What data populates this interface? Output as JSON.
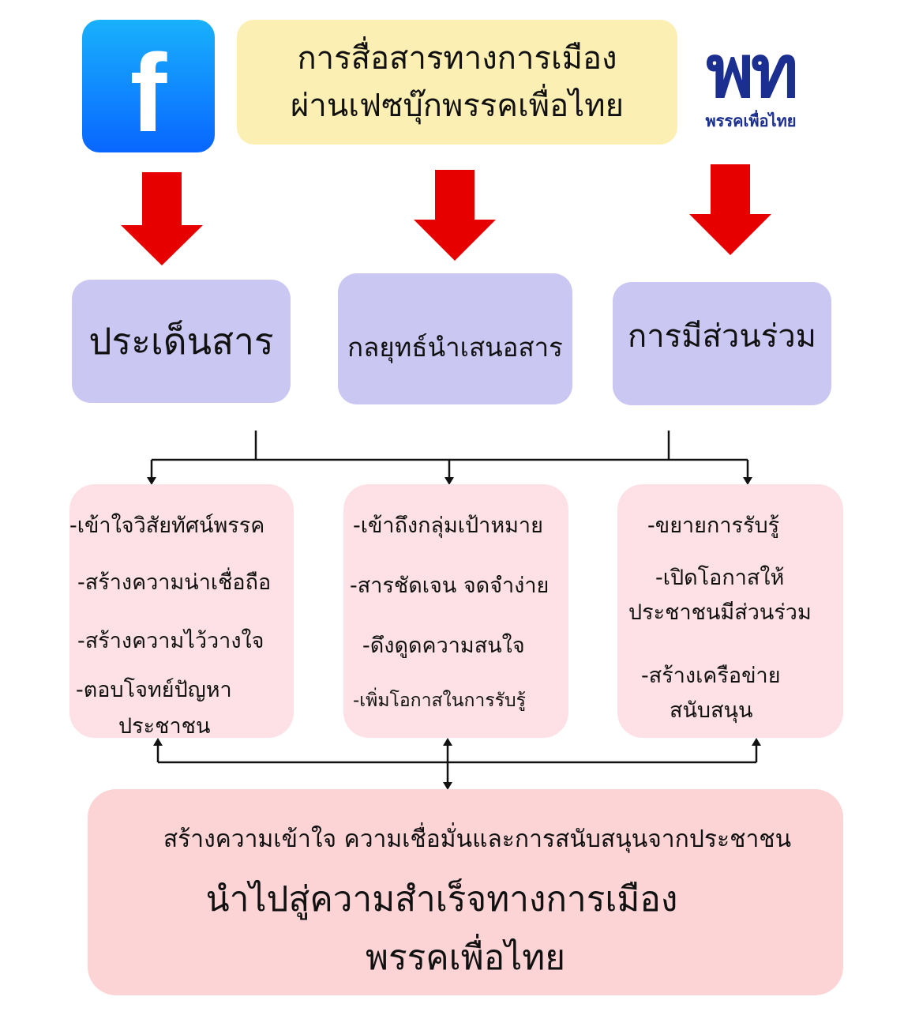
{
  "header": {
    "facebook_icon": "facebook-icon",
    "title_line1": "การสื่อสารทางการเมือง",
    "title_line2": "ผ่านเฟซบุ๊กพรรคเพื่อไทย",
    "logo_text": "พท",
    "logo_caption": "พรรคเพื่อไทย"
  },
  "categories": [
    {
      "label": "ประเด็นสาร",
      "items": [
        "-เข้าใจวิสัยทัศน์พรรค",
        "-สร้างความน่าเชื่อถือ",
        "-สร้างความไว้วางใจ",
        "-ตอบโจทย์ปัญหา",
        "ประชาชน"
      ]
    },
    {
      "label": "กลยุทธ์นำเสนอสาร",
      "items": [
        "-เข้าถึงกลุ่มเป้าหมาย",
        "-สารชัดเจน จดจำง่าย",
        "-ดึงดูดความสนใจ",
        "-เพิ่มโอกาสในการรับรู้"
      ]
    },
    {
      "label": "การมีส่วนร่วม",
      "items": [
        "-ขยายการรับรู้",
        "-เปิดโอกาสให้",
        "ประชาชนมีส่วนร่วม",
        "-สร้างเครือข่าย",
        "สนับสนุน"
      ]
    }
  ],
  "outcome": {
    "line1": "สร้างความเข้าใจ ความเชื่อมั่นและการสนับสนุนจากประชาชน",
    "line2": "นำไปสู่ความสำเร็จทางการเมือง",
    "line3": "พรรคเพื่อไทย"
  },
  "colors": {
    "arrow": "#e60000",
    "purple": "#cbc7f3",
    "pink": "#fde1e6",
    "yellow": "#fcefb3",
    "bottom": "#fcd4d6"
  }
}
